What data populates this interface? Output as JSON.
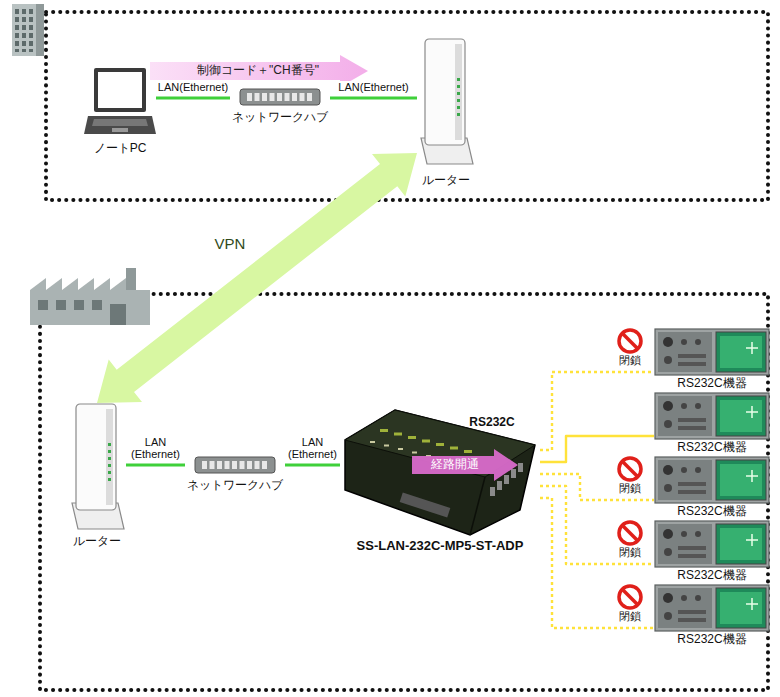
{
  "diagram": {
    "nodes": [
      {
        "text": [
          "ノートPC"
        ]
      },
      {
        "text": [
          "ネットワークハブ"
        ]
      },
      {
        "text": [
          "ルーター"
        ]
      },
      {
        "text": [
          "ルーター"
        ]
      },
      {
        "text": [
          "ネットワークハブ"
        ]
      },
      {
        "text": [
          "SS-LAN-232C-MP5-ST-ADP"
        ]
      },
      {
        "text": [
          "RS232C機器"
        ]
      },
      {
        "text": [
          "RS232C機器"
        ]
      },
      {
        "text": [
          "RS232C機器"
        ]
      },
      {
        "text": [
          "RS232C機器"
        ]
      },
      {
        "text": [
          "RS232C機器"
        ]
      }
    ],
    "edges": [
      {
        "from": 0,
        "to": 1,
        "arrow": "none",
        "label": "LAN(Ethernet)"
      },
      {
        "from": 1,
        "to": 2,
        "arrow": "none",
        "label": "LAN(Ethernet)"
      },
      {
        "from": 2,
        "to": 3,
        "arrow": "both",
        "label": "VPN"
      },
      {
        "from": 3,
        "to": 4,
        "arrow": "none",
        "label": "LAN (Ethernet)"
      },
      {
        "from": 4,
        "to": 5,
        "arrow": "none",
        "label": "LAN (Ethernet)"
      },
      {
        "from": 5,
        "to": 6,
        "arrow": "none"
      },
      {
        "from": 5,
        "to": 7,
        "arrow": "none"
      },
      {
        "from": 5,
        "to": 8,
        "arrow": "none"
      },
      {
        "from": 5,
        "to": 9,
        "arrow": "none"
      },
      {
        "from": 5,
        "to": 10,
        "arrow": "none"
      }
    ],
    "labels": [
      "制御コード＋\"CH番号\"",
      "RS232C",
      "経路開通",
      "閉鎖",
      "閉鎖",
      "閉鎖",
      "閉鎖"
    ]
  }
}
